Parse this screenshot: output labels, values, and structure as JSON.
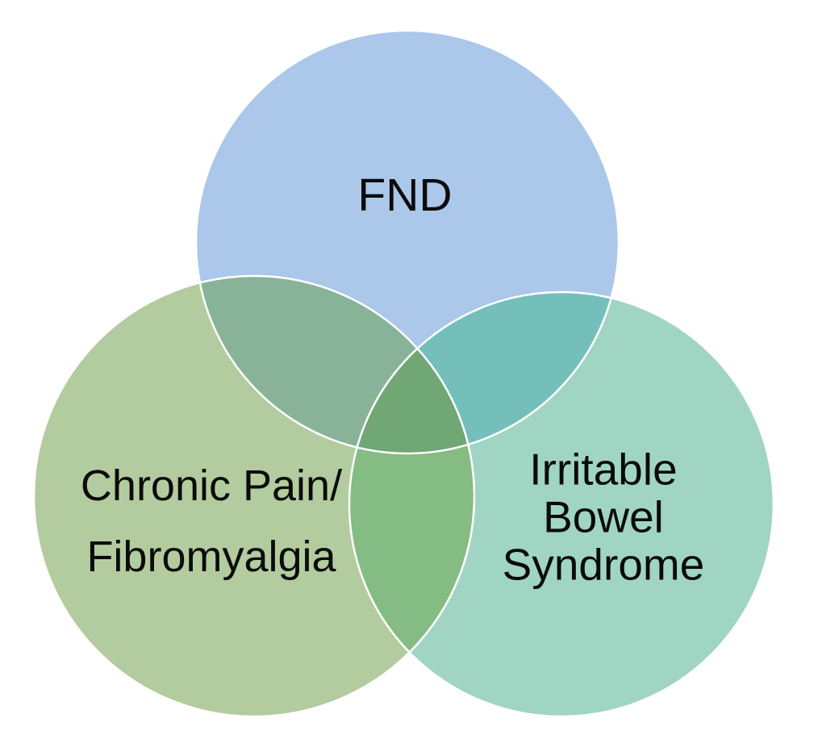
{
  "diagram": {
    "type": "venn",
    "background_color": "#ffffff",
    "border_color": "#ffffff",
    "text_color": "#0b0b0b",
    "circles": {
      "fnd": {
        "label_lines": [
          "FND"
        ],
        "color": "#abc7ea"
      },
      "chronic": {
        "label_lines": [
          "Chronic Pain/",
          "Fibromyalgia"
        ],
        "color": "#b3cc9f"
      },
      "ibs": {
        "label_lines": [
          "Irritable",
          "Bowel",
          "Syndrome"
        ],
        "color": "#a1d5c3"
      }
    },
    "overlaps": {
      "fnd_chronic": "#89b399",
      "fnd_ibs": "#75bfbb",
      "chronic_ibs": "#85bc84",
      "all_three": "#70a775"
    }
  }
}
